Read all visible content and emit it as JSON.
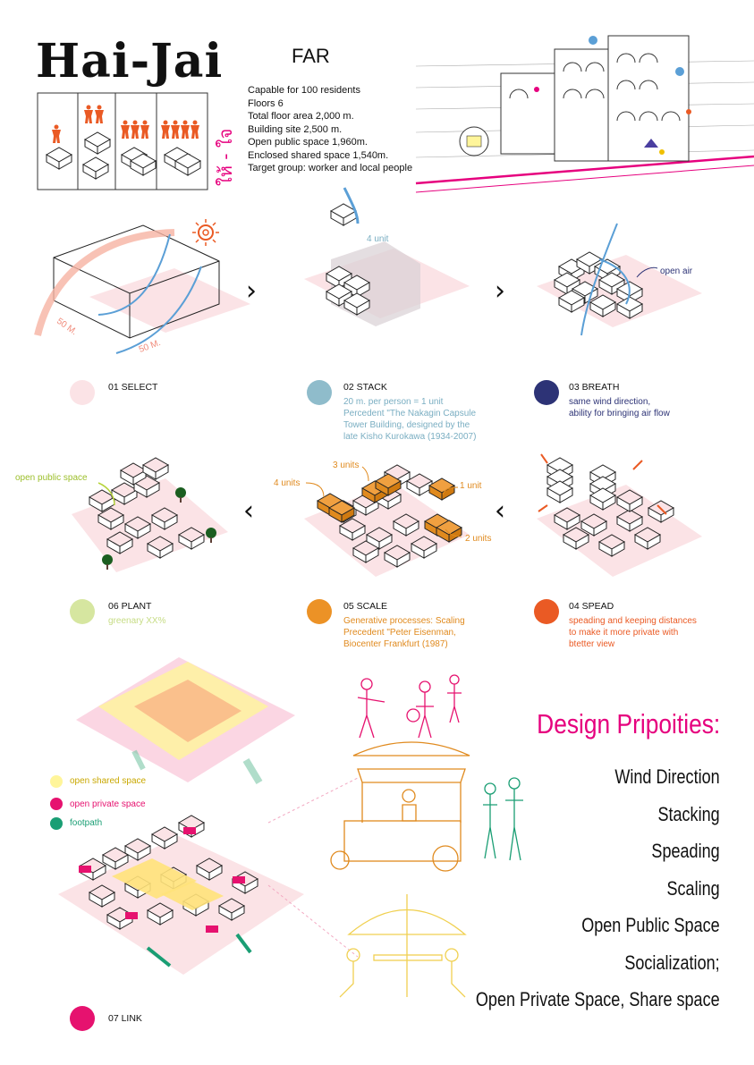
{
  "header": {
    "title": "Hai-Jai",
    "far": "FAR",
    "thai_label": "ให้ - ใจ"
  },
  "specs": [
    "Capable for 100 residents",
    "Floors 6",
    "Total floor area 2,000 m.",
    "Building site 2,500 m.",
    "Open public space  1,960m.",
    "Enclosed shared space  1,540m.",
    "Target group: worker and local people"
  ],
  "diagram_labels": {
    "dim_a": "50 M.",
    "dim_b": "50 M.",
    "four_unit": "4 unit",
    "open_air": "open air",
    "open_public_space": "open public space",
    "scale_3_units": "3 units",
    "scale_4_units": "4 units",
    "scale_1_unit": "1 unit",
    "scale_2_units": "2 units"
  },
  "steps": [
    {
      "title": "01 SELECT",
      "desc": [],
      "color": "#fbe3e6",
      "text_color": "#111111"
    },
    {
      "title": "02 STACK",
      "desc": [
        "20 m. per person = 1 unit",
        "Percedent \"The Nakagin Capsule",
        "Tower Building, designed by the",
        "late Kisho Kurokawa (1934-2007)"
      ],
      "color": "#8fbccb",
      "text_color": "#7aaec2"
    },
    {
      "title": "03 BREATH",
      "desc": [
        "same wind direction,",
        "ability for bringing air flow"
      ],
      "color": "#2d3376",
      "text_color": "#2d3376"
    },
    {
      "title": "04 SPEAD",
      "desc": [
        "speading and keeping distances",
        "to make it more private with",
        "btetter view"
      ],
      "color": "#ea5a24",
      "text_color": "#ea5a24"
    },
    {
      "title": "05 SCALE",
      "desc": [
        "Generative processes: Scaling",
        "Precedent \"Peter Eisenman,",
        "Biocenter Frankfurt (1987)"
      ],
      "color": "#ec9226",
      "text_color": "#e08a1e"
    },
    {
      "title": "06 PLANT",
      "desc": [
        "greenary XX%"
      ],
      "color": "#d6e6a0",
      "text_color": "#c6dc84"
    },
    {
      "title": "07 LINK",
      "desc": [],
      "color": "#e6126f",
      "text_color": "#111111"
    }
  ],
  "legend": [
    {
      "label": "open shared space",
      "color": "#fff59a",
      "text_color": "#c9a800"
    },
    {
      "label": "open private space",
      "color": "#e6126f",
      "text_color": "#e6126f"
    },
    {
      "label": "footpath",
      "color": "#1a9e74",
      "text_color": "#1a9e74"
    }
  ],
  "design_priorities": {
    "heading": "Design Pripoities:",
    "items": [
      "Wind Direction",
      "Stacking",
      "Speading",
      "Scaling",
      "Open Public Space",
      "Socialization;",
      "Open Private Space, Share space"
    ]
  },
  "colors": {
    "pink": "#e6007e",
    "light_pink": "#fbe3e6",
    "orange": "#ec9226",
    "blue": "#5b9fd6",
    "green": "#1a9e74"
  },
  "icons": [
    "sun-icon",
    "wind-arrow-icon",
    "person-icon",
    "tree-icon",
    "food-cart-icon",
    "umbrella-icon"
  ]
}
